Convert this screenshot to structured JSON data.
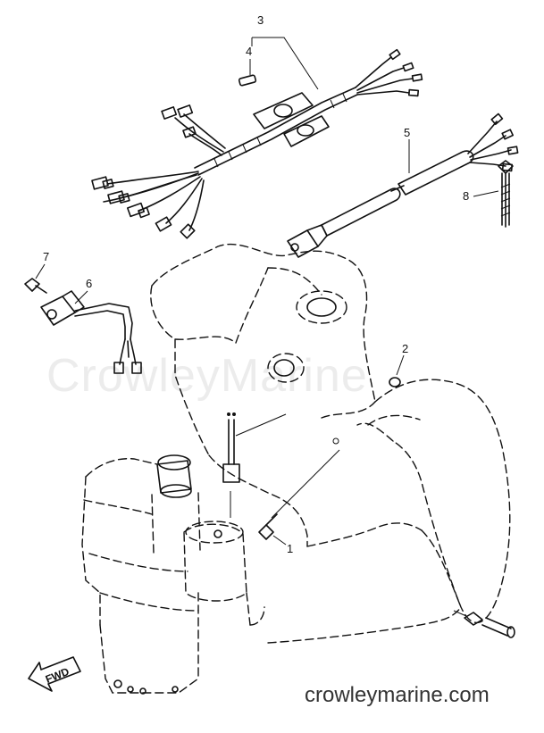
{
  "watermark": "CrowleyMarine",
  "footer_url": "crowleymarine.com",
  "fwd_label": "FWD",
  "callouts": {
    "c1": "1",
    "c2": "2",
    "c3": "3",
    "c4": "4",
    "c5": "5",
    "c6": "6",
    "c7": "7",
    "c8": "8"
  }
}
